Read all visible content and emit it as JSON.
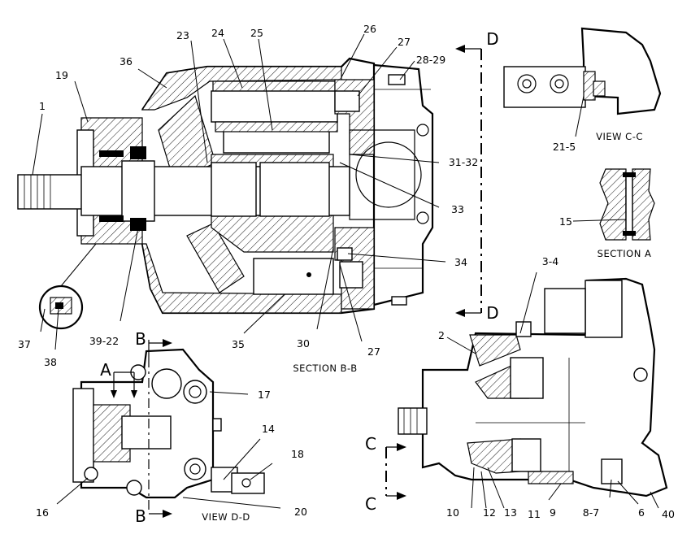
{
  "callouts": {
    "c1": "1",
    "c19": "19",
    "c36": "36",
    "c23": "23",
    "c24": "24",
    "c25": "25",
    "c26": "26",
    "c27a": "27",
    "c2829": "28-29",
    "c3132": "31-32",
    "c33": "33",
    "c34": "34",
    "c27b": "27",
    "c30": "30",
    "c35": "35",
    "c3922": "39-22",
    "c37": "37",
    "c38": "38",
    "c215": "21-5",
    "c15": "15",
    "c34b": "3-4",
    "c2": "2",
    "c17": "17",
    "c14": "14",
    "c18": "18",
    "c16": "16",
    "c20": "20",
    "c10": "10",
    "c12": "12",
    "c13": "13",
    "c11": "11",
    "c9": "9",
    "c87": "8-7",
    "c6": "6",
    "c40": "40"
  },
  "section_letters": {
    "d_top": "D",
    "d_bottom": "D",
    "b_top": "B",
    "b_bottom": "B",
    "a": "A",
    "c_top": "C",
    "c_bottom": "C"
  },
  "captions": {
    "section_bb": "SECTION B-B",
    "view_cc": "VIEW C-C",
    "section_a": "SECTION A",
    "view_dd": "VIEW D-D"
  }
}
